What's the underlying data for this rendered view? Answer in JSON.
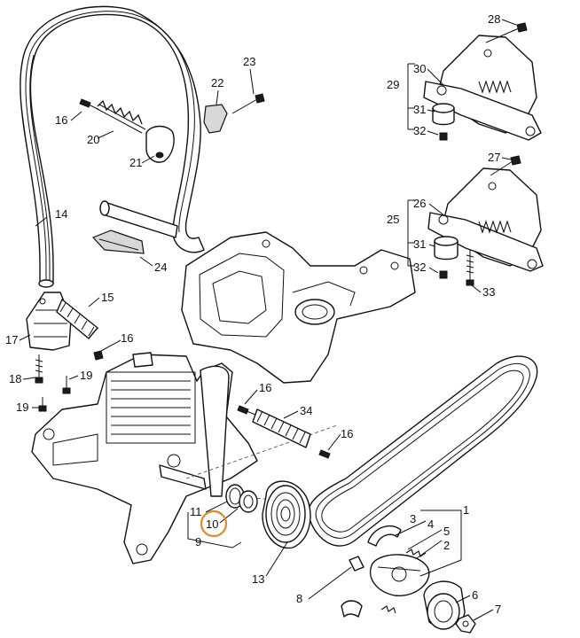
{
  "diagram": {
    "callouts": [
      "1",
      "2",
      "3",
      "4",
      "5",
      "6",
      "7",
      "8",
      "9",
      "10",
      "11",
      "13",
      "14",
      "15",
      "16",
      "16",
      "16",
      "16",
      "17",
      "18",
      "19",
      "19",
      "20",
      "21",
      "22",
      "23",
      "24",
      "25",
      "26",
      "27",
      "28",
      "29",
      "30",
      "31",
      "31",
      "32",
      "32",
      "33",
      "34"
    ],
    "highlighted_callout": "10",
    "highlight_color": "#e08a2c",
    "line_color": "#111111"
  }
}
